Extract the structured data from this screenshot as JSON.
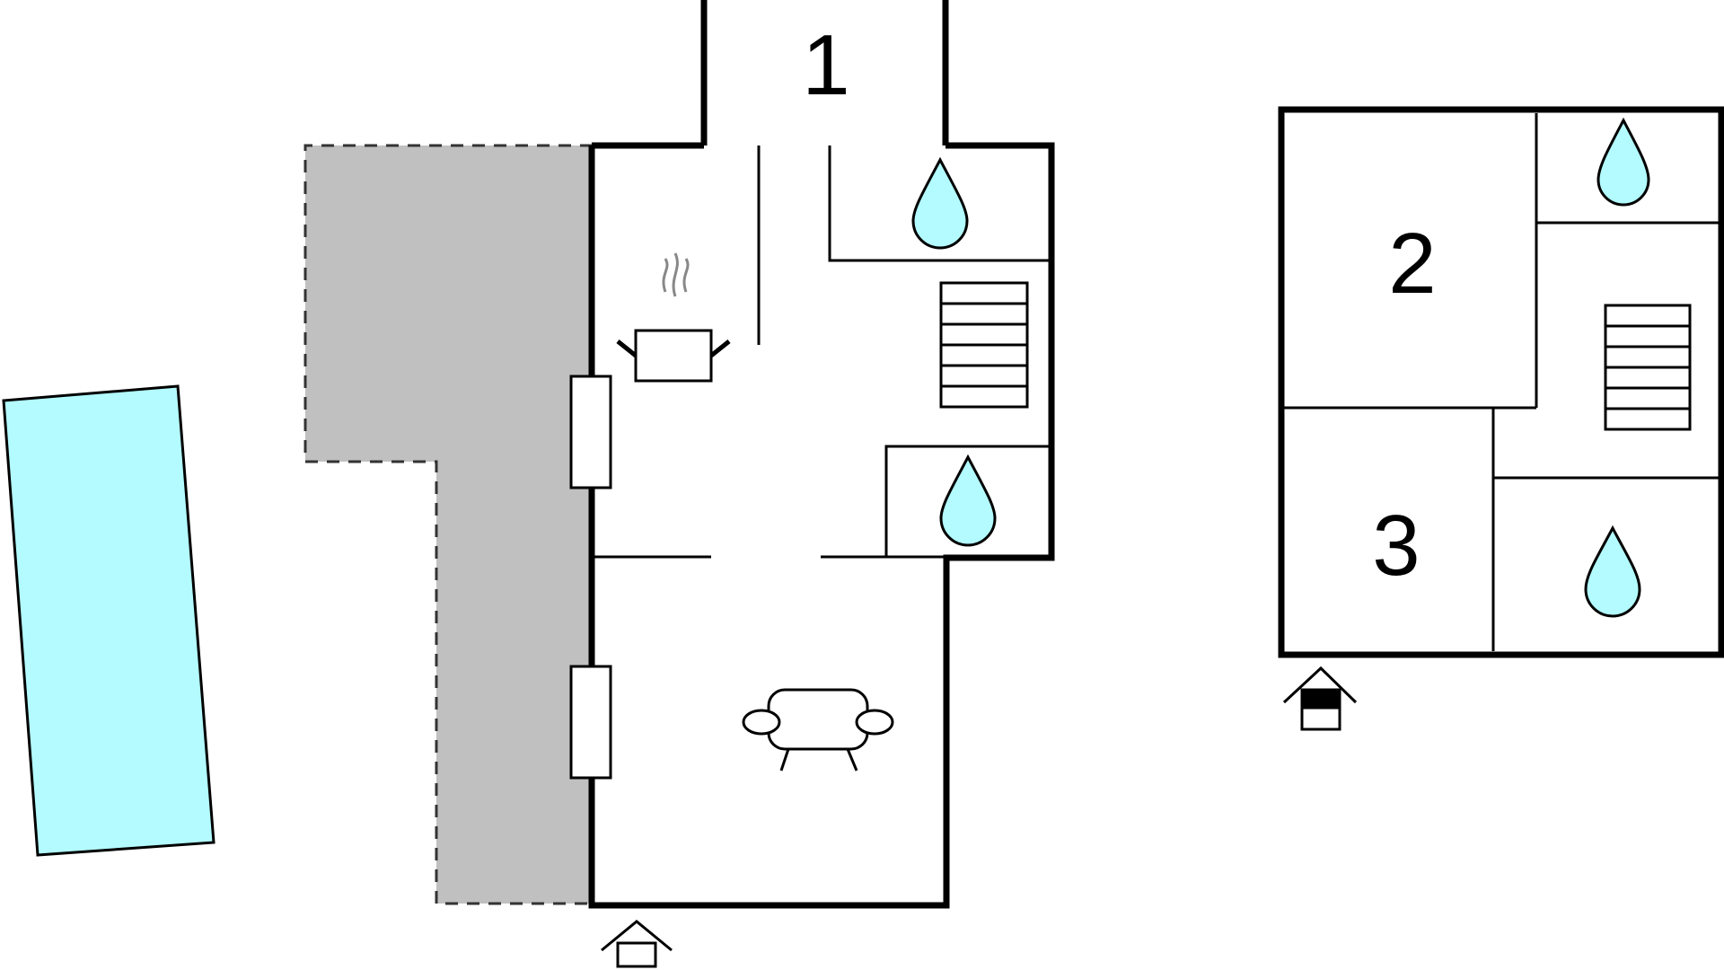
{
  "floor_plan": {
    "rooms": [
      {
        "id": "room-1",
        "label": "1"
      },
      {
        "id": "room-2",
        "label": "2"
      },
      {
        "id": "room-3",
        "label": "3"
      }
    ],
    "icons": [
      "water-drop-icon",
      "staircase-icon",
      "cooking-pot-icon",
      "sofa-icon",
      "entrance-icon",
      "basement-entrance-icon",
      "window-icon"
    ],
    "areas": [
      "terrace",
      "pool"
    ],
    "colors": {
      "wall": "#000000",
      "terrace": "#c0c0c0",
      "pool": "#b3fbff",
      "water": "#b3fbff",
      "steam": "#888888"
    }
  }
}
